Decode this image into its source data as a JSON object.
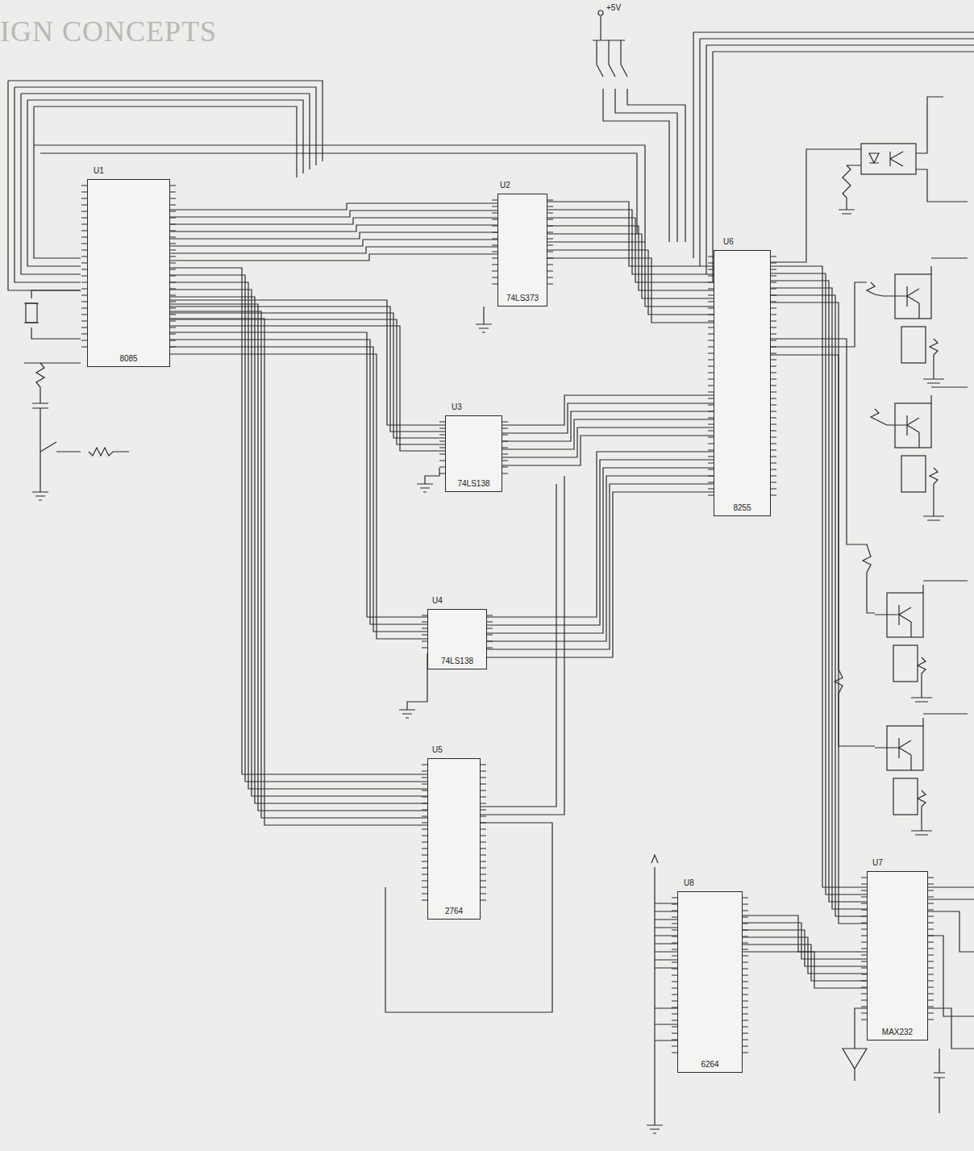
{
  "diagram": {
    "nodes": [
      {
        "text": [
          "8085"
        ]
      },
      {
        "text": [
          "74LS373"
        ]
      },
      {
        "text": [
          "74LS138"
        ]
      },
      {
        "text": [
          "74LS138"
        ]
      },
      {
        "text": [
          "2764"
        ]
      },
      {
        "text": [
          "8255"
        ]
      },
      {
        "text": [
          "6264"
        ]
      },
      {
        "text": [
          "MAX232"
        ]
      }
    ],
    "edges": [
      {
        "from": 0,
        "to": 1,
        "arrow": "none"
      },
      {
        "from": 0,
        "to": 4,
        "arrow": "none"
      },
      {
        "from": 0,
        "to": 2,
        "arrow": "none"
      },
      {
        "from": 0,
        "to": 3,
        "arrow": "none"
      },
      {
        "from": 1,
        "to": 5,
        "arrow": "none"
      },
      {
        "from": 2,
        "to": 5,
        "arrow": "none"
      },
      {
        "from": 3,
        "to": 5,
        "arrow": "none"
      },
      {
        "from": 5,
        "to": 7,
        "arrow": "none"
      },
      {
        "from": 6,
        "to": 7,
        "arrow": "none"
      }
    ],
    "labels": [
      "IGN CONCEPTS",
      "U1",
      "U2",
      "U3",
      "U4",
      "U5",
      "U6",
      "U7",
      "U8",
      "+5V"
    ]
  }
}
